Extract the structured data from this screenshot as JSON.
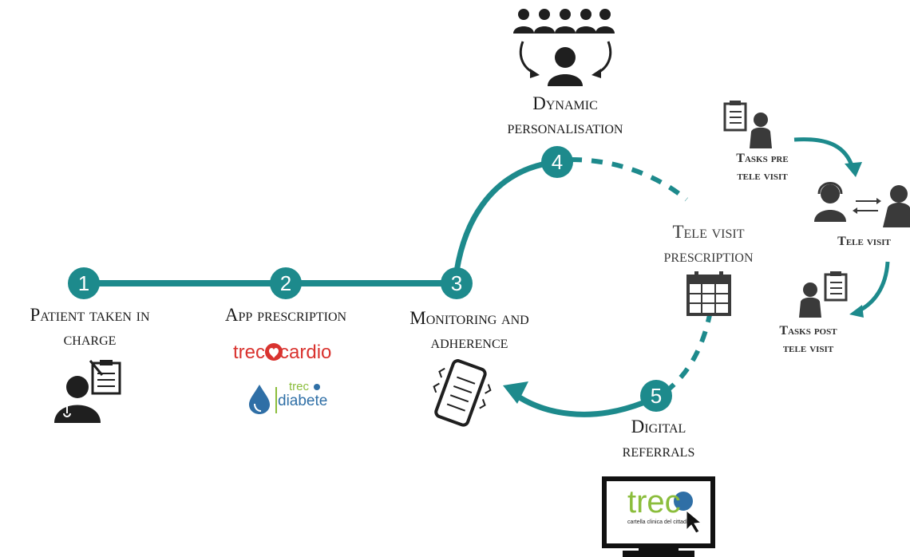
{
  "colors": {
    "teal": "#1d8a8c",
    "icon": "#1f1f1f",
    "red": "#d9332f",
    "green": "#8bbd3c",
    "blue": "#2f6fa6"
  },
  "steps": [
    {
      "num": "1",
      "label_line1": "Patient taken in",
      "label_line2": "charge"
    },
    {
      "num": "2",
      "label_line1": "App prescription"
    },
    {
      "num": "3",
      "label_line1": "Monitoring and",
      "label_line2": "adherence"
    },
    {
      "num": "4",
      "label_line1": "Dynamic",
      "label_line2": "personalisation"
    },
    {
      "num": "5",
      "label_line1": "Digital",
      "label_line2": "referrals"
    }
  ],
  "televisit": {
    "prescription_line1": "Tele visit",
    "prescription_line2": "prescription",
    "pre_line1": "Tasks pre",
    "pre_line2": "tele visit",
    "visit": "Tele visit",
    "post_line1": "Tasks post",
    "post_line2": "tele visit"
  },
  "logos": {
    "treccardio_a": "trec",
    "treccardio_b": "cardio",
    "trecdiabete_a": "trec",
    "trecdiabete_b": "diabete",
    "monitor_brand": "trec",
    "monitor_caption": "cartella clinica del cittadino"
  },
  "icons": [
    "doctor-clipboard-icon",
    "group-people-icon",
    "person-circle-arrows-icon",
    "checklist-phone-icon",
    "calendar-icon",
    "clipboard-icon",
    "person-icon",
    "call-agent-icon",
    "exchange-arrows-icon",
    "monitor-icon",
    "cursor-icon",
    "drop-icon",
    "heart-icon"
  ]
}
